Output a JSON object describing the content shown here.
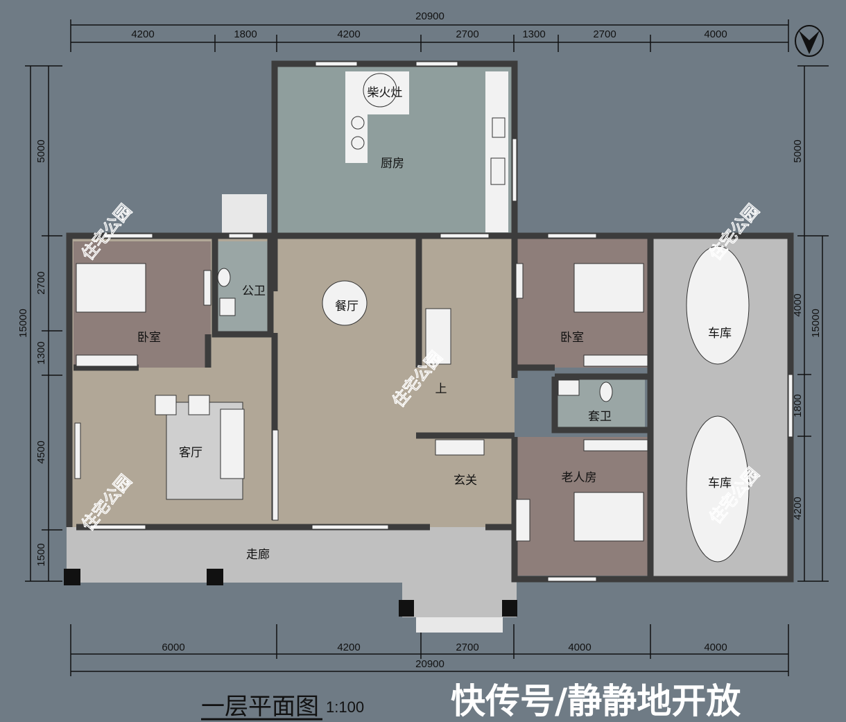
{
  "dimensions": {
    "top_total": "20900",
    "top": [
      "4200",
      "1800",
      "4200",
      "2700",
      "1300",
      "2700",
      "4000"
    ],
    "bottom": [
      "6000",
      "4200",
      "2700",
      "4000",
      "4000"
    ],
    "bottom_total": "20900",
    "left": [
      "5000",
      "2700",
      "1300",
      "4500",
      "1500"
    ],
    "left_total": "15000",
    "right": [
      "5000",
      "4000",
      "1800",
      "4200"
    ],
    "right_total": "15000"
  },
  "rooms": {
    "stove": "柴火灶",
    "kitchen": "厨房",
    "public_bath": "公卫",
    "bedroom_left": "卧室",
    "dining": "餐厅",
    "stairs_up": "上",
    "bedroom_right": "卧室",
    "garage_1": "车库",
    "garage_2": "车库",
    "suite_bath": "套卫",
    "living": "客厅",
    "foyer": "玄关",
    "elder_room": "老人房",
    "corridor": "走廊"
  },
  "watermark": "住宅公园",
  "title": "一层平面图",
  "scale": "1:100",
  "overlay_text": "快传号/静静地开放",
  "colors": {
    "background": "#6f7b85",
    "wall": "#3c3c3c",
    "kitchen": "#8f9e9d",
    "bedroom": "#8e7e7a",
    "living": "#b1a797",
    "garage": "#bdbdbd",
    "bath": "#9aa6a5"
  }
}
